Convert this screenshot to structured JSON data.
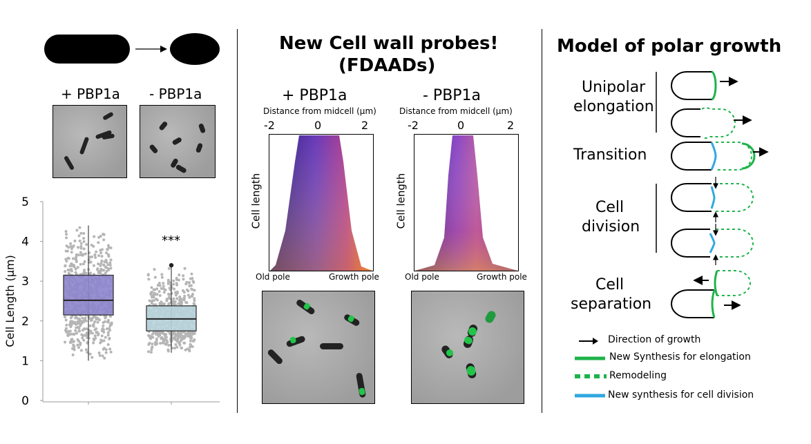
{
  "left_panel": {
    "labels": {
      "plus_pbp1a": "+ PBP1a",
      "minus_pbp1a": "- PBP1a"
    },
    "significance": "***",
    "chart_data": {
      "type": "box",
      "categories": [
        "+ PBP1a",
        "- PBP1a"
      ],
      "ylabel": "Cell Length (μm)",
      "ylim": [
        0,
        5
      ],
      "yticks": [
        0,
        1,
        2,
        3,
        4,
        5
      ],
      "boxes": [
        {
          "category": "+ PBP1a",
          "whisker_low": 1.0,
          "q1": 2.15,
          "median": 2.52,
          "q3": 3.15,
          "whisker_high": 4.4,
          "color": "#8c84cc"
        },
        {
          "category": "- PBP1a",
          "whisker_low": 1.2,
          "q1": 1.75,
          "median": 2.05,
          "q3": 2.38,
          "whisker_high": 3.4,
          "color": "#b8d3dc"
        }
      ]
    }
  },
  "middle_panel": {
    "title_line1": "New Cell wall probes!",
    "title_line2": "(FDAADs)",
    "plus_label": "+ PBP1a",
    "minus_label": "- PBP1a",
    "axis_title": "Distance from midcell (μm)",
    "ticks": [
      "-2",
      "0",
      "2"
    ],
    "ylabel": "Cell length",
    "old_pole": "Old pole",
    "growth_pole": "Growth pole"
  },
  "right_panel": {
    "title": "Model of polar growth",
    "stages": {
      "unipolar_1": "Unipolar",
      "unipolar_2": "elongation",
      "transition": "Transition",
      "division_1": "Cell",
      "division_2": "division",
      "separation_1": "Cell",
      "separation_2": "separation"
    },
    "legend": {
      "direction": "Direction of growth",
      "elongation": "New Synthesis for elongation",
      "remodeling": "Remodeling",
      "division": "New synthesis for cell division"
    },
    "colors": {
      "green": "#1db34a",
      "blue": "#2fa8e0"
    }
  }
}
